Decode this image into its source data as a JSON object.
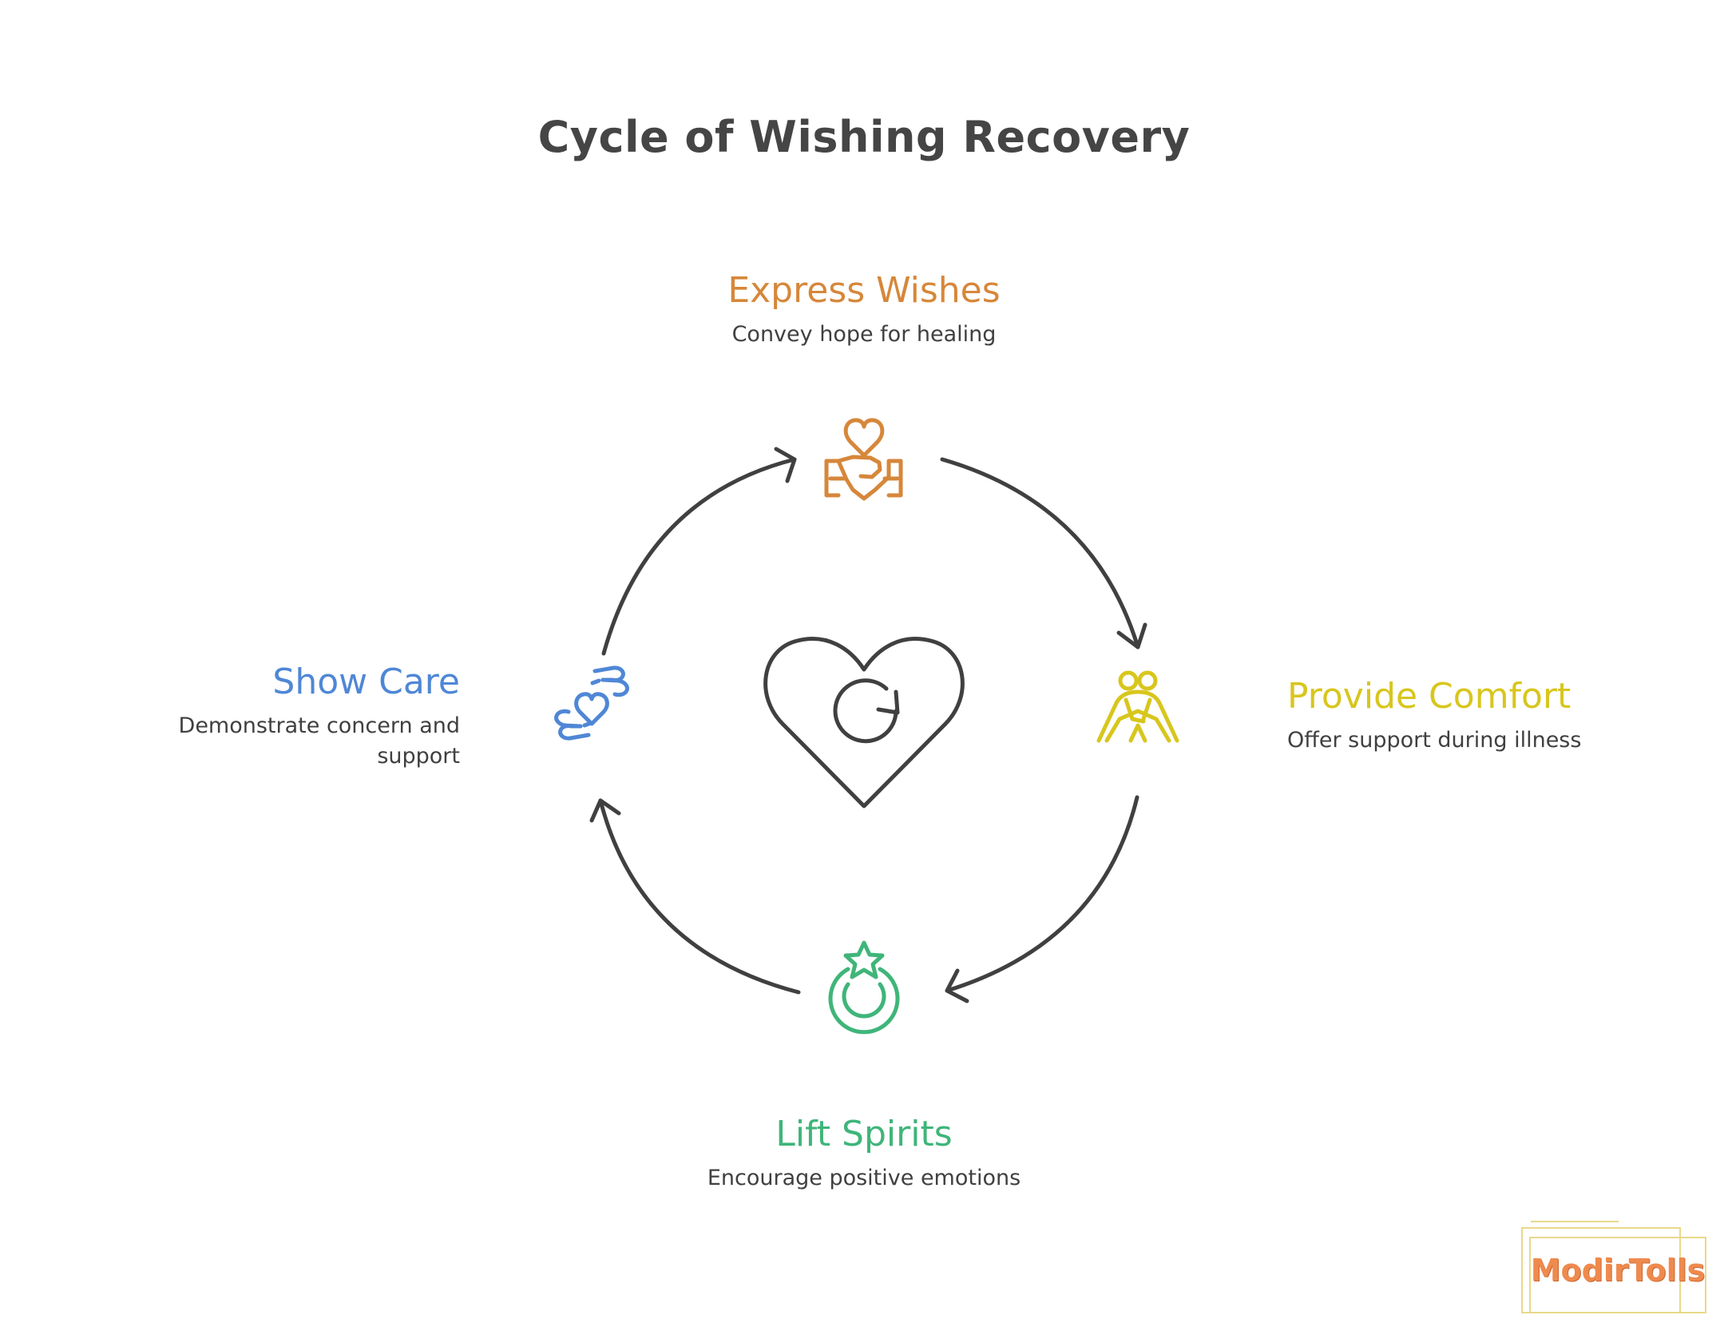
{
  "title": "Cycle of Wishing Recovery",
  "steps": [
    {
      "id": "express-wishes",
      "title": "Express Wishes",
      "description": "Convey hope for healing",
      "color": "#d6873a",
      "icon": "heart-handshake-icon"
    },
    {
      "id": "provide-comfort",
      "title": "Provide Comfort",
      "description": "Offer support during illness",
      "color": "#d8c61d",
      "icon": "embrace-icon"
    },
    {
      "id": "lift-spirits",
      "title": "Lift Spirits",
      "description": "Encourage positive emotions",
      "color": "#3fb57a",
      "icon": "star-circle-icon"
    },
    {
      "id": "show-care",
      "title": "Show Care",
      "description_lines": [
        "Demonstrate concern and",
        "support"
      ],
      "color": "#4f87d6",
      "icon": "hands-heart-icon"
    }
  ],
  "center_icon": "heart-refresh-icon",
  "arrow_color": "#404040",
  "watermark": "ModirTolls"
}
